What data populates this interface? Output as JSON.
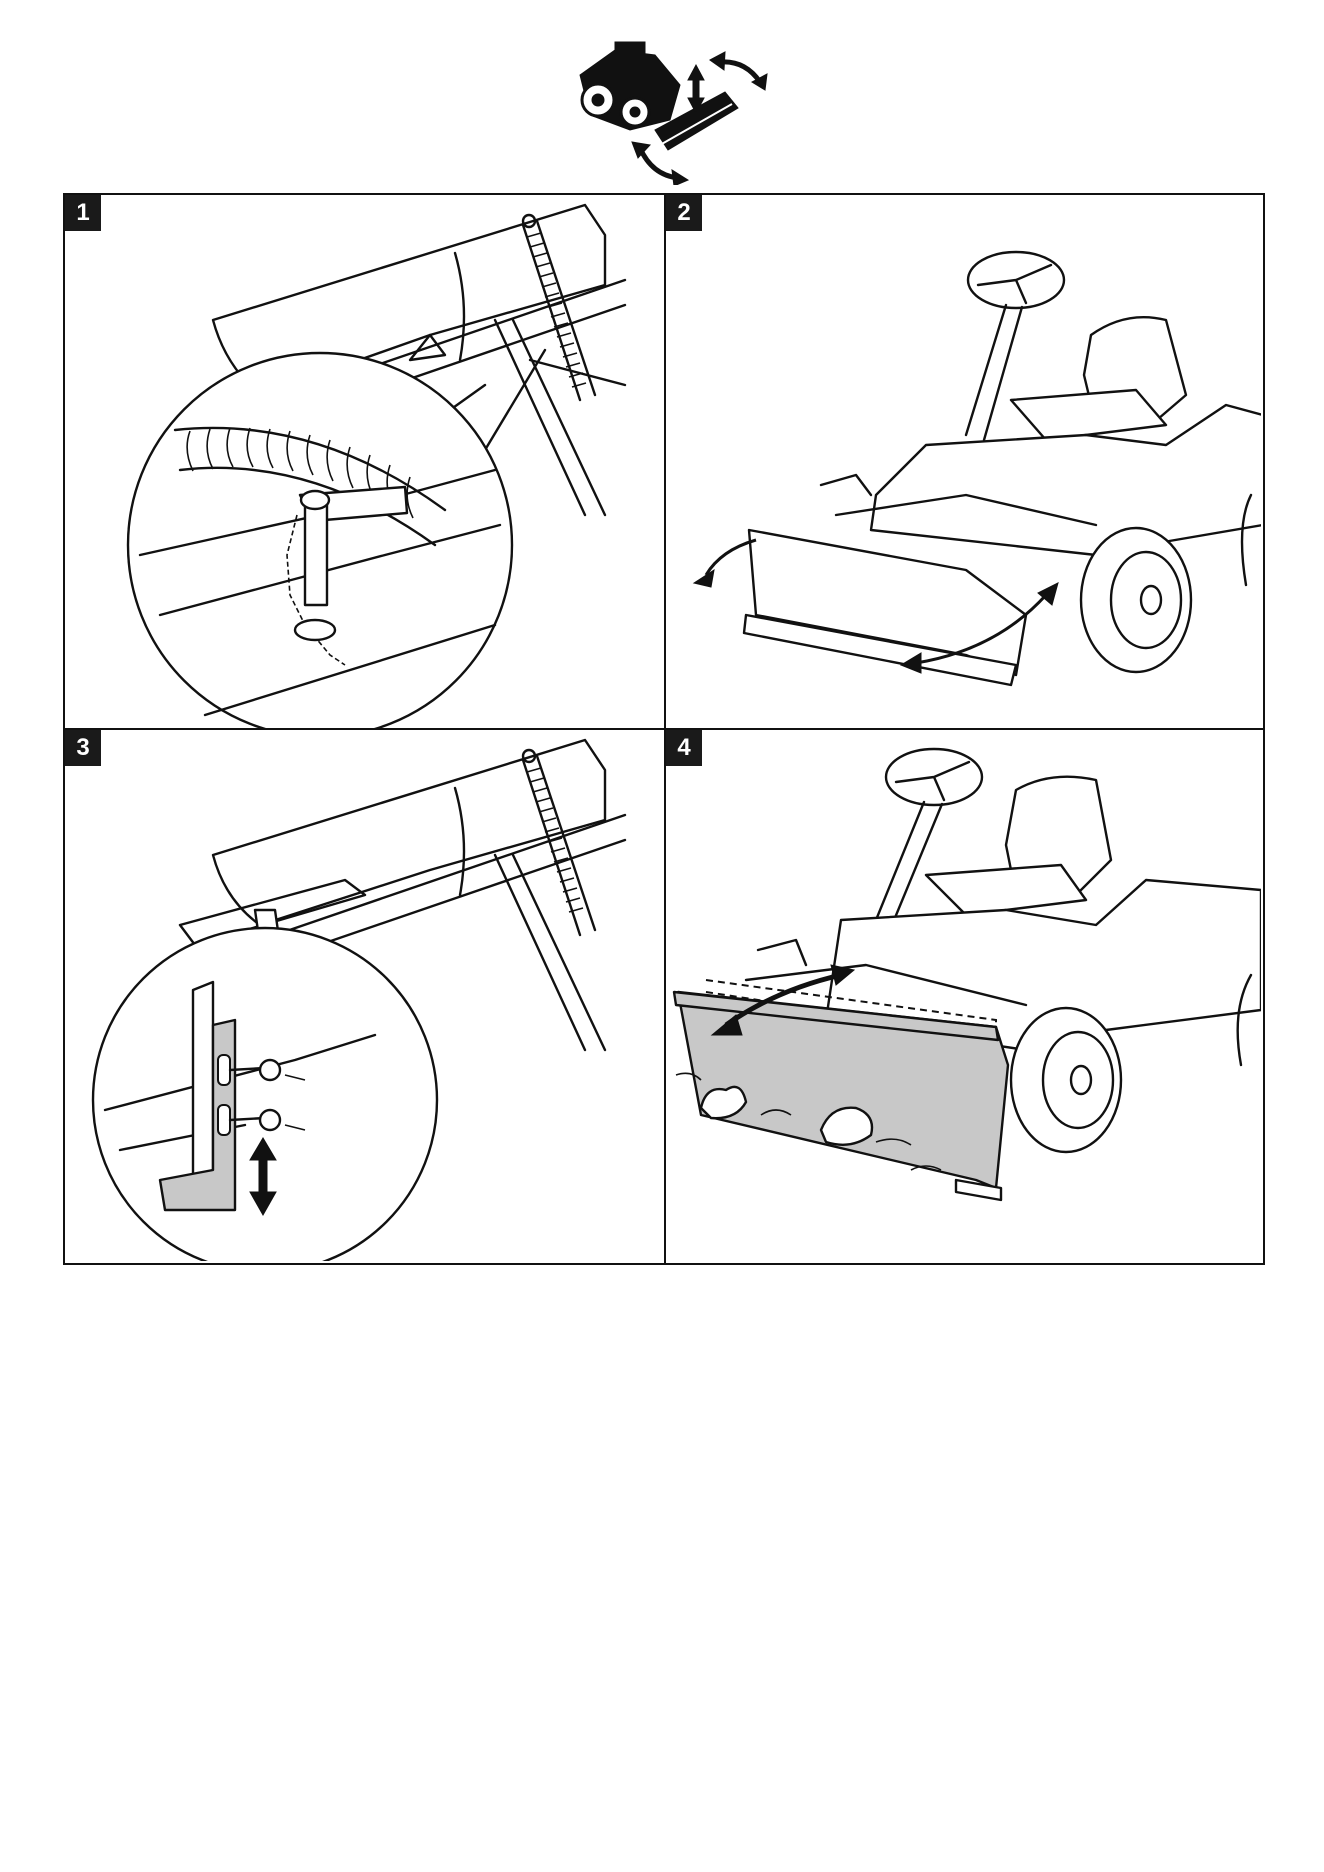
{
  "panels": [
    {
      "number": "1"
    },
    {
      "number": "2"
    },
    {
      "number": "3"
    },
    {
      "number": "4"
    }
  ],
  "icons": {
    "header": "tractor-snow-plow-icon",
    "step1": "spring-pin-detail-illustration",
    "step2": "tractor-plow-angle-illustration",
    "step3": "skid-shoe-adjust-illustration",
    "step4": "tractor-plow-snow-illustration"
  }
}
